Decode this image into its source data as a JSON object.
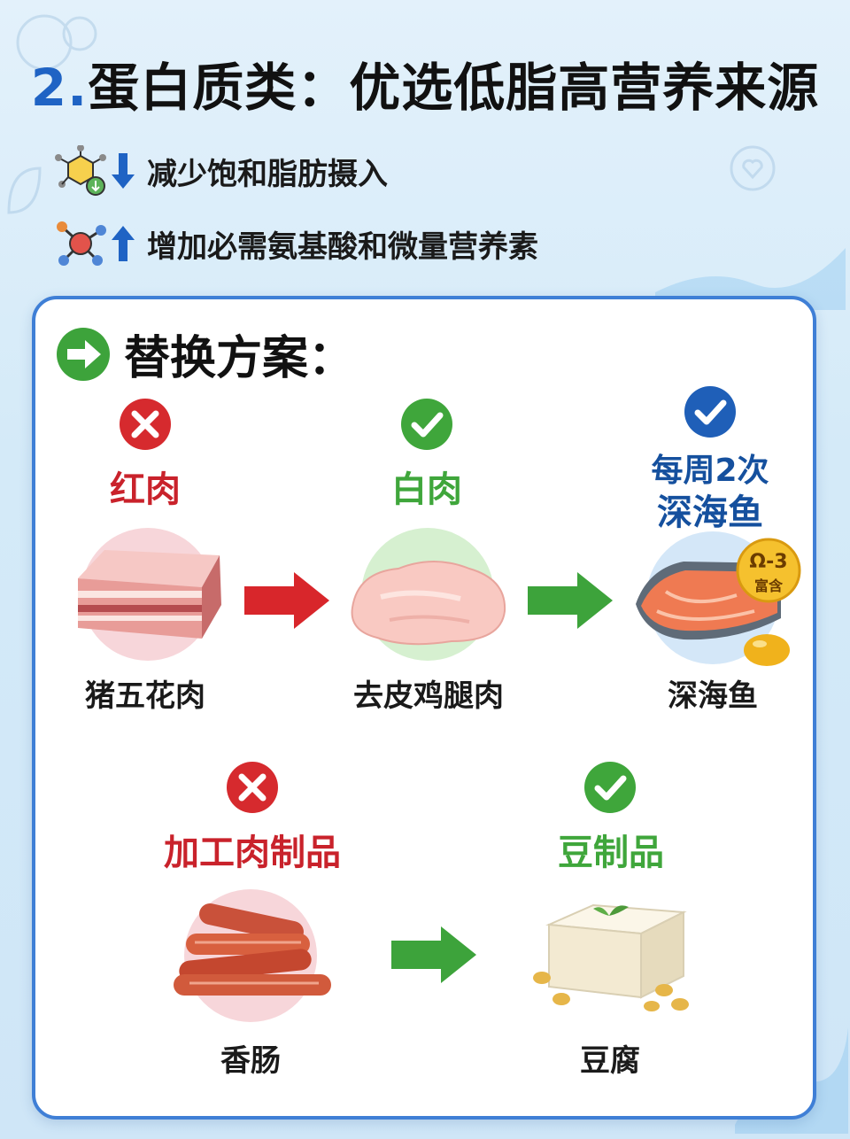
{
  "title": {
    "number": "2.",
    "main": "蛋白质类：优选低脂高营养来源"
  },
  "bullets": [
    {
      "text": "减少饱和脂肪摄入",
      "direction": "down",
      "icon": "molecule-down-icon"
    },
    {
      "text": "增加必需氨基酸和微量营养素",
      "direction": "up",
      "icon": "molecule-up-icon"
    }
  ],
  "section": {
    "title": "替换方案：",
    "icon": "arrow-right-circle-icon"
  },
  "row1": {
    "bad": {
      "status": "cross",
      "category": "红肉",
      "food": "猪五花肉",
      "icon": "pork-belly-icon"
    },
    "good": {
      "status": "check",
      "category": "白肉",
      "food": "去皮鸡腿肉",
      "icon": "chicken-thigh-icon"
    },
    "best": {
      "status": "check",
      "category_line1": "每周2次",
      "category_line2": "深海鱼",
      "food": "深海鱼",
      "icon": "salmon-icon",
      "badge_top": "Ω-3",
      "badge_bottom": "富含"
    }
  },
  "row2": {
    "bad": {
      "status": "cross",
      "category": "加工肉制品",
      "food": "香肠",
      "icon": "sausage-icon"
    },
    "good": {
      "status": "check",
      "category": "豆制品",
      "food": "豆腐",
      "icon": "tofu-icon"
    }
  },
  "colors": {
    "title_blue": "#1f63c4",
    "bad_red": "#c9222b",
    "good_green": "#3fa63b",
    "fish_blue": "#15509e",
    "card_border": "#3f7fd6"
  }
}
